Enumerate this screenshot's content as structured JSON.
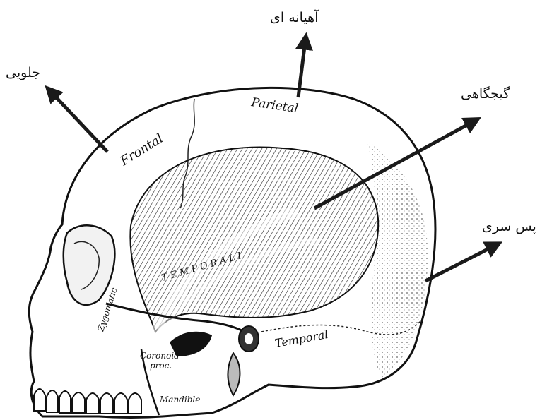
{
  "callouts": {
    "parietal": "آهیانه ای",
    "frontal": "جلویی",
    "temporal": "گیجگاهی",
    "occipital": "پس سری"
  },
  "engraving_labels": {
    "frontal": "Frontal",
    "parietal": "Parietal",
    "temporal_muscle": "T E M P O R A L I",
    "temporal_bone": "Temporal",
    "zygomatic": "Zygomatic",
    "coronoid": "Coronoid",
    "proc": "proc.",
    "mandible": "Mandible"
  },
  "colors": {
    "ink": "#111111",
    "paper": "#ffffff",
    "arrow": "#1a1a1a"
  }
}
